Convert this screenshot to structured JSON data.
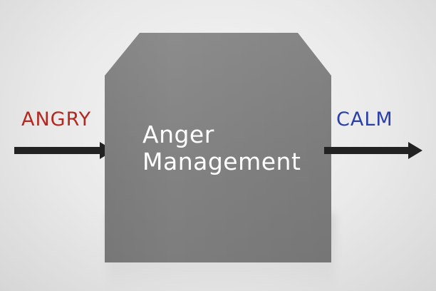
{
  "diagram": {
    "input_label": "ANGRY",
    "process_label": "Anger\nManagement",
    "output_label": "CALM",
    "colors": {
      "input": "#b5281f",
      "output": "#2a3fa8",
      "box": "#858585",
      "arrow": "#222222",
      "background": "#ececec"
    }
  }
}
